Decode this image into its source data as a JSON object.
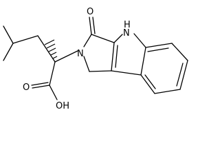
{
  "molecule": {
    "atoms": {
      "carbonyl_oxygen": "O",
      "indole_nh": "H",
      "indole_n": "N",
      "lactam_n": "N",
      "acid_oxygen": "O",
      "hydroxyl": "OH"
    },
    "colors": {
      "bond": "#000000",
      "background": "#ffffff"
    }
  }
}
